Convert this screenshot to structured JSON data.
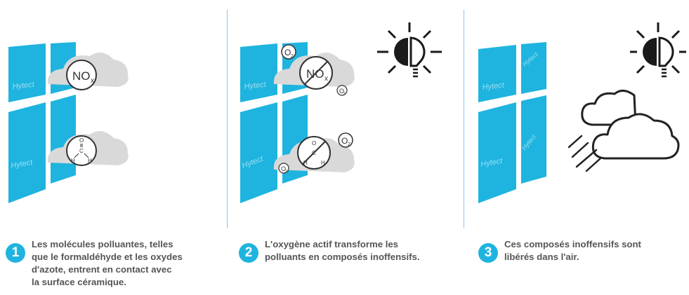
{
  "brand": "Hytect",
  "molecules": {
    "nox": "NO",
    "nox_sub": "x",
    "o2": "O",
    "o2_sub": "2",
    "c": "C",
    "o": "O",
    "h": "H"
  },
  "steps": [
    {
      "number": "1",
      "text_lines": [
        "Les molécules polluantes, telles",
        "que le formaldéhyde et les oxydes",
        "d'azote, entrent en contact avec",
        "la surface céramique."
      ]
    },
    {
      "number": "2",
      "text_lines": [
        "L'oxygène actif transforme les",
        "polluants en composés inoffensifs."
      ]
    },
    {
      "number": "3",
      "text_lines": [
        "Ces composés inoffensifs sont",
        "libérés dans l'air."
      ]
    }
  ],
  "colors": {
    "tile": "#1fb4df",
    "cloud": "#d9d9d9",
    "divider": "#8ec7e6",
    "text": "#555555"
  },
  "icons": [
    "sun-bulb-icon",
    "weather-cloud-icon",
    "wind-icon",
    "forbidden-icon"
  ]
}
